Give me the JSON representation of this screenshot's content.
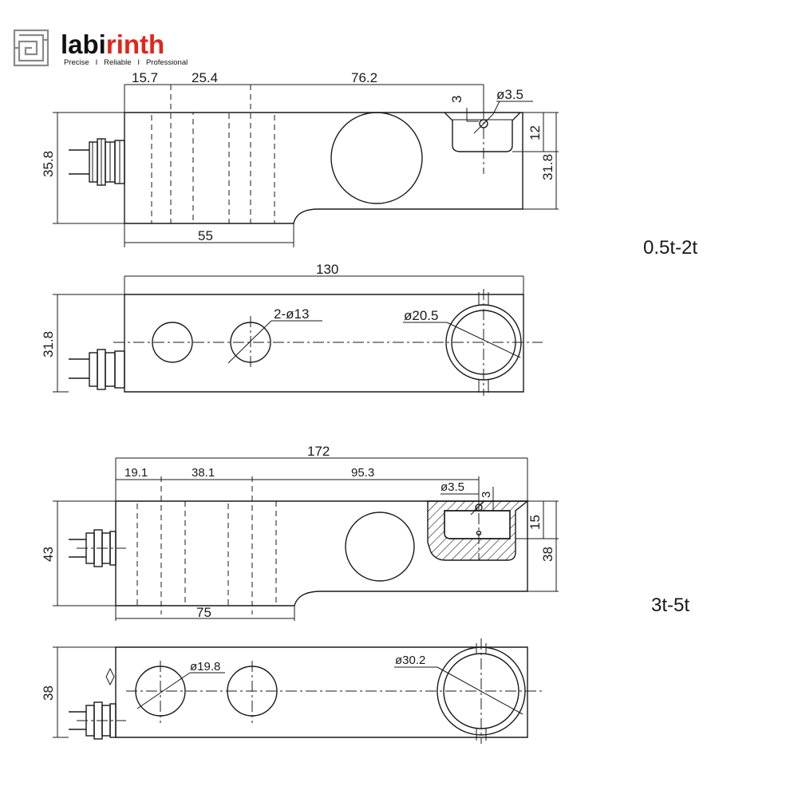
{
  "logo": {
    "brand_prefix": "labi",
    "brand_suffix": "rinth",
    "tagline": "Precise   I   Reliable   I   Professional",
    "colors": {
      "dark": "#111111",
      "accent": "#e0251b",
      "mark": "#8a8a8a"
    }
  },
  "top_model": {
    "range_label": "0.5t-2t",
    "side_view": {
      "dim_a": "15.7",
      "dim_b": "25.4",
      "dim_c": "76.2",
      "dim_bottom": "55",
      "dim_height_left": "35.8",
      "dim_height_right": "31.8",
      "dim_slot": "12",
      "dim_hole": "ø3.5",
      "dim_offset": "3"
    },
    "plan_view": {
      "dim_length": "130",
      "dim_width": "31.8",
      "dim_holes": "2-ø13",
      "dim_big_hole": "ø20.5"
    }
  },
  "bottom_model": {
    "range_label": "3t-5t",
    "side_view": {
      "dim_length": "172",
      "dim_a": "19.1",
      "dim_b": "38.1",
      "dim_c": "95.3",
      "dim_bottom": "75",
      "dim_height_left": "43",
      "dim_height_right": "38",
      "dim_slot": "15",
      "dim_hole": "ø3.5",
      "dim_offset": "3"
    },
    "plan_view": {
      "dim_width": "38",
      "dim_hole": "ø19.8",
      "dim_big_hole": "ø30.2"
    }
  }
}
